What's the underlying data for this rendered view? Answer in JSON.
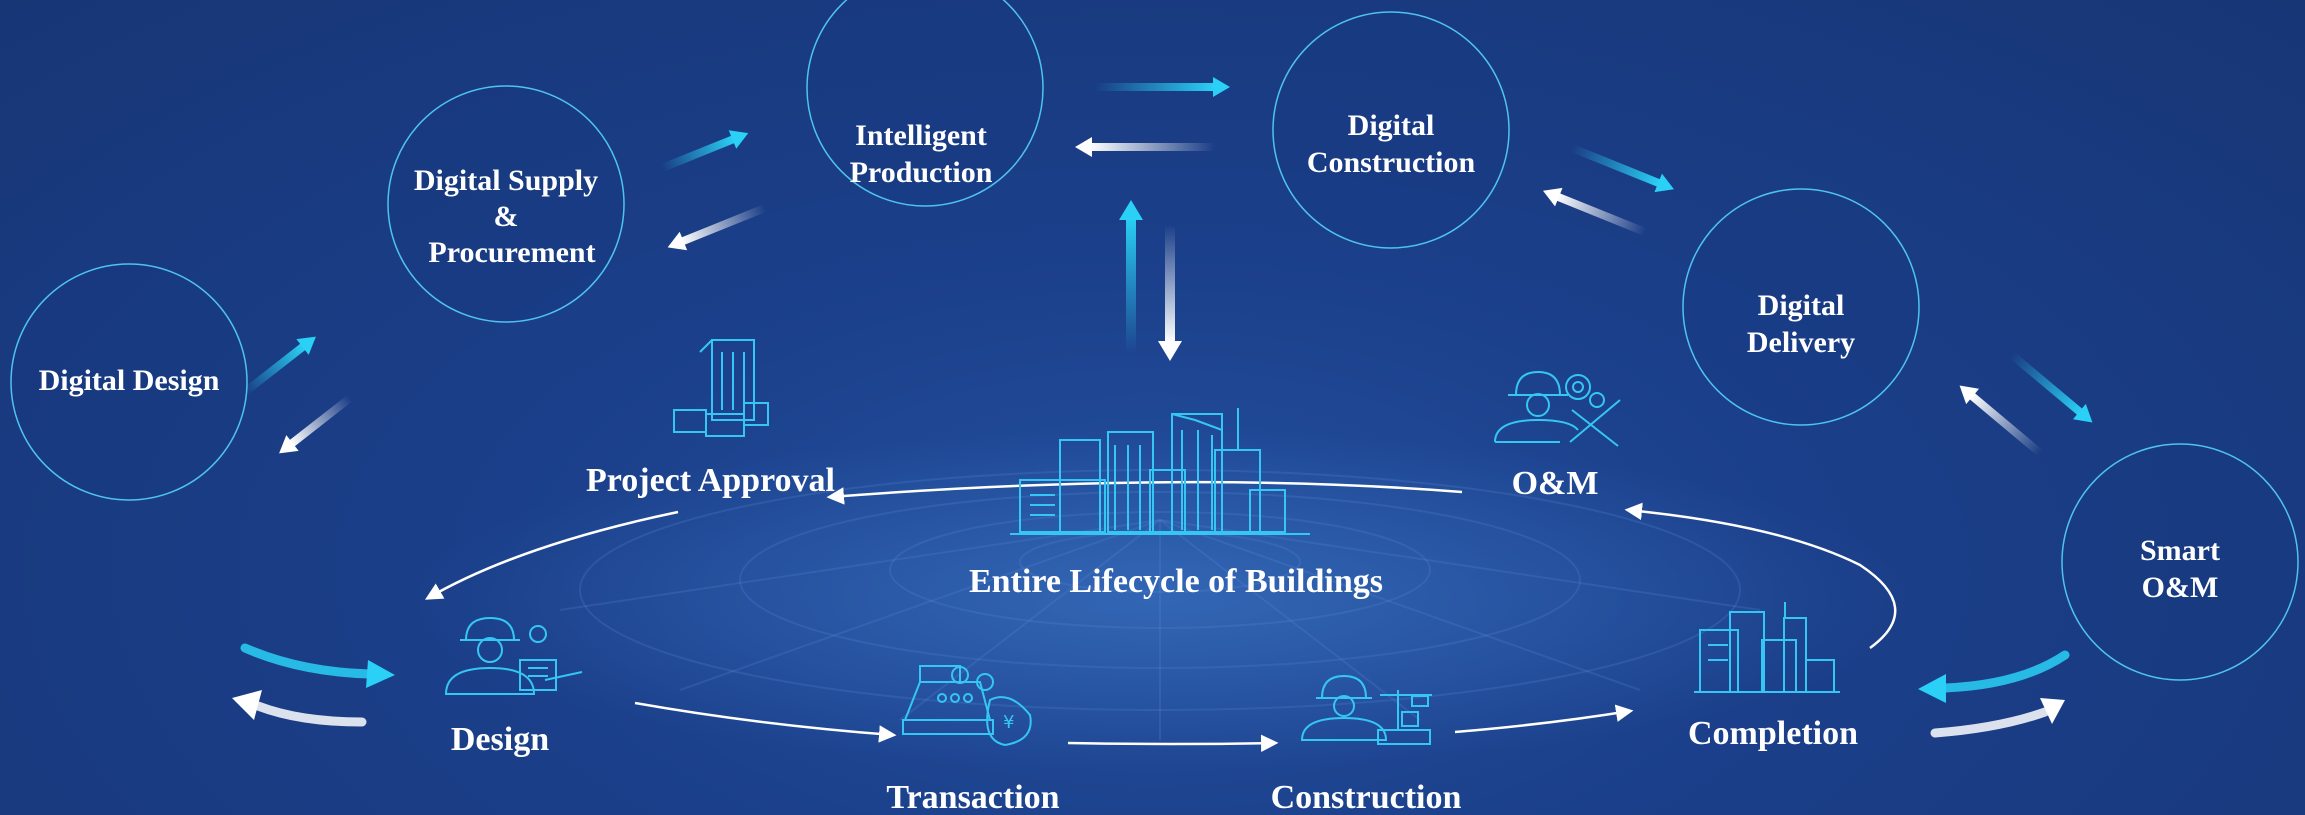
{
  "outer_nodes": {
    "digital_design": {
      "lines": [
        "Digital Design"
      ]
    },
    "digital_supply": {
      "lines": [
        "Digital Supply",
        "&",
        "Procurement"
      ]
    },
    "intelligent_production": {
      "lines": [
        "Intelligent",
        "Production"
      ]
    },
    "digital_construction": {
      "lines": [
        "Digital",
        "Construction"
      ]
    },
    "digital_delivery": {
      "lines": [
        "Digital",
        "Delivery"
      ]
    },
    "smart_om": {
      "lines": [
        "Smart",
        "O&M"
      ]
    }
  },
  "center": {
    "title": "Entire Lifecycle of Buildings"
  },
  "phases": {
    "project_approval": "Project Approval",
    "design": "Design",
    "transaction": "Transaction",
    "construction": "Construction",
    "completion": "Completion",
    "om": "O&M"
  },
  "colors": {
    "background": "#1b3f8a",
    "circle_stroke": "#4fc3f0",
    "icon": "#35c6f4",
    "arrow_cyan": "#2ad0f5",
    "arrow_white": "#ffffff",
    "text": "#ffffff"
  },
  "icons": {
    "project_approval": "office-buildings-icon",
    "design": "designer-worker-icon",
    "transaction": "cash-register-icon",
    "construction": "construction-worker-crane-icon",
    "completion": "city-buildings-icon",
    "om": "maintenance-worker-icon",
    "center": "city-skyline-icon"
  }
}
